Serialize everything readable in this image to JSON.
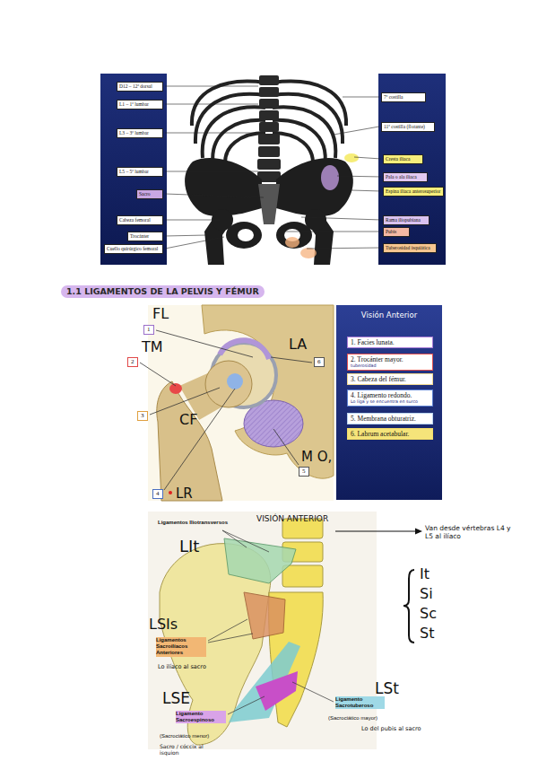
{
  "diagram": {
    "title": "1.1 LIGAMENTOS DE LA PELVIS Y FÉMUR",
    "nodes": [
      {
        "text": [
          "D12 – 12ª dorsal"
        ]
      },
      {
        "text": [
          "L1 – 1ª lumbar"
        ]
      },
      {
        "text": [
          "L3 – 3ª lumbar"
        ]
      },
      {
        "text": [
          "L5 – 5ª lumbar"
        ]
      },
      {
        "text": [
          "Sacro"
        ]
      },
      {
        "text": [
          "Cabeza femoral"
        ]
      },
      {
        "text": [
          "Trocánter"
        ]
      },
      {
        "text": [
          "Cuello quirúrgico femoral"
        ]
      },
      {
        "text": [
          "7ª costilla"
        ]
      },
      {
        "text": [
          "11ª costilla (flotante)"
        ]
      },
      {
        "text": [
          "Cresta iliaca"
        ]
      },
      {
        "text": [
          "Pala o ala iliaca"
        ]
      },
      {
        "text": [
          "Espina iliaca anterosuperior"
        ]
      },
      {
        "text": [
          "Rama iliopubiana"
        ]
      },
      {
        "text": [
          "Pubis"
        ]
      },
      {
        "text": [
          "Tuberosidad isquiática"
        ]
      },
      {
        "text": [
          "1"
        ]
      },
      {
        "text": [
          "2"
        ]
      },
      {
        "text": [
          "3"
        ]
      },
      {
        "text": [
          "4"
        ]
      },
      {
        "text": [
          "5"
        ]
      },
      {
        "text": [
          "6"
        ]
      },
      {
        "text": [
          "Visión Anterior"
        ]
      },
      {
        "text": [
          "1. Facies lunata."
        ],
        "in": 22
      },
      {
        "text": [
          "2. Trocánter mayor.",
          "tuberosidad"
        ],
        "in": 22
      },
      {
        "text": [
          "3. Cabeza del fémur."
        ],
        "in": 22
      },
      {
        "text": [
          "4. Ligamento redondo.",
          "Lo liga y se encuentra en surco"
        ],
        "in": 22
      },
      {
        "text": [
          "5. Membrana obturatriz."
        ],
        "in": 22
      },
      {
        "text": [
          "6. Labrum acetabular."
        ],
        "in": 22
      }
    ],
    "labels": [
      "FL",
      "TM",
      "LA",
      "CF",
      "M O,",
      "LR",
      "Ligamentos Iliotransversos",
      "VISIÓN ANTERIOR",
      "Van desde vértebras L4 y L5 al ilíaco",
      "LIt",
      "LSIs",
      "Ligamentos Sacroilíacos Anteriores",
      "Lo ilíaco al sacro",
      "LSE",
      "Ligamento Sacroespinoso",
      "(Sacrociático menor)",
      "Sacro / cóccix al isquion",
      "LSt",
      "Ligamento Sacrotuberoso",
      "(Sacrociático mayor)",
      "Lo del pubis al sacro",
      "It",
      "Si",
      "Sc",
      "St"
    ]
  }
}
